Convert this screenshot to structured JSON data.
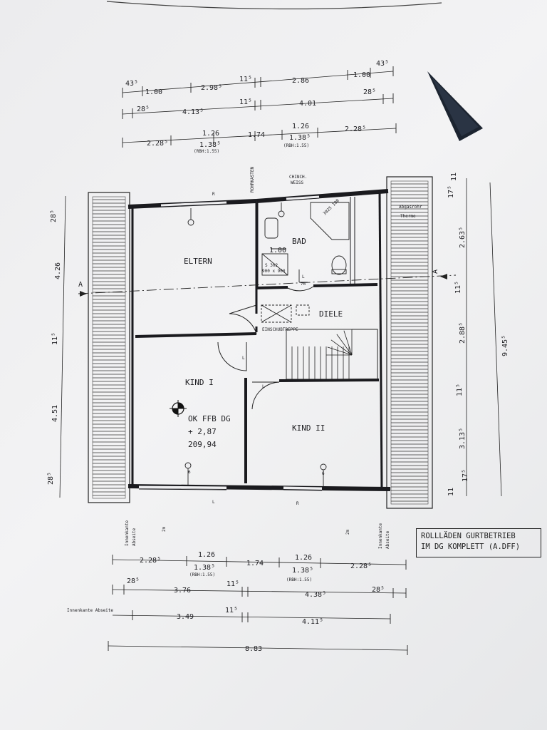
{
  "rooms": {
    "eltern": "ELTERN",
    "bad": "BAD",
    "diele": "DIELE",
    "kind1": "KIND I",
    "kind2": "KIND II"
  },
  "fixtures": {
    "einschubtreppe": "EINSCHUBTREPPE",
    "chinch": "CHINCH.",
    "weiss": "WEISS",
    "shower_label": "S 302",
    "shower_size": "900 x 900",
    "tub_label": "3025 100",
    "bad_width": "1.00",
    "door_76": "76",
    "abgasrohr": "Abgasrohr",
    "therme": "Therme",
    "rohrkasten": "ROHRKASTEN"
  },
  "level": {
    "line1": "OK FFB DG",
    "line2": "+ 2,87",
    "line3": "209,94"
  },
  "marks": {
    "r": "R",
    "l": "L",
    "section": "A",
    "outlet": "6",
    "twom": "2m"
  },
  "vertical_labels": {
    "innenkante": "Innenkante",
    "abseite": "Abseite"
  },
  "note": {
    "line1": "ROLLLÄDEN GURTBETRIEB",
    "line2": "IM DG KOMPLETT (A.DFF)"
  },
  "top_dims": {
    "row1": [
      "43⁵",
      "1.00",
      "2.98⁵",
      "11⁵",
      "2.86",
      "1.00",
      "43⁵"
    ],
    "row2": [
      "28⁵",
      "4.13⁵",
      "11⁵",
      "4.01",
      "28⁵"
    ],
    "row3": [
      "2.28⁵",
      "1.26",
      "1.38⁵",
      "(RBH:1.55)",
      "1.74",
      "1.26",
      "1.38⁵",
      "(RBH:1.55)",
      "2.28⁵"
    ]
  },
  "left_dims": [
    "28⁵",
    "4.26",
    "11⁵",
    "4.51",
    "28⁵"
  ],
  "right_dims": [
    "11",
    "17⁵",
    "2.63⁵",
    "11⁵",
    "2.88⁵",
    "11⁵",
    "3.13⁵",
    "17⁵",
    "11",
    "9.45⁵"
  ],
  "bottom_dims": {
    "row1": [
      "2.28⁵",
      "1.26",
      "1.38⁵",
      "(RBH:1.55)",
      "1.74",
      "1.26",
      "1.38⁵",
      "(RBH:1.55)",
      "2.28⁵"
    ],
    "row2": [
      "28⁵",
      "3.76",
      "11⁵",
      "4.38⁵",
      "28⁵"
    ],
    "row3_label": "Innenkante Abseite",
    "row3": [
      "3.49",
      "11⁵",
      "4.11⁵"
    ],
    "total": "8.83"
  },
  "colors": {
    "ink": "#1e1e22",
    "paper": "#eeeef0",
    "arrow": "#1c2430"
  }
}
